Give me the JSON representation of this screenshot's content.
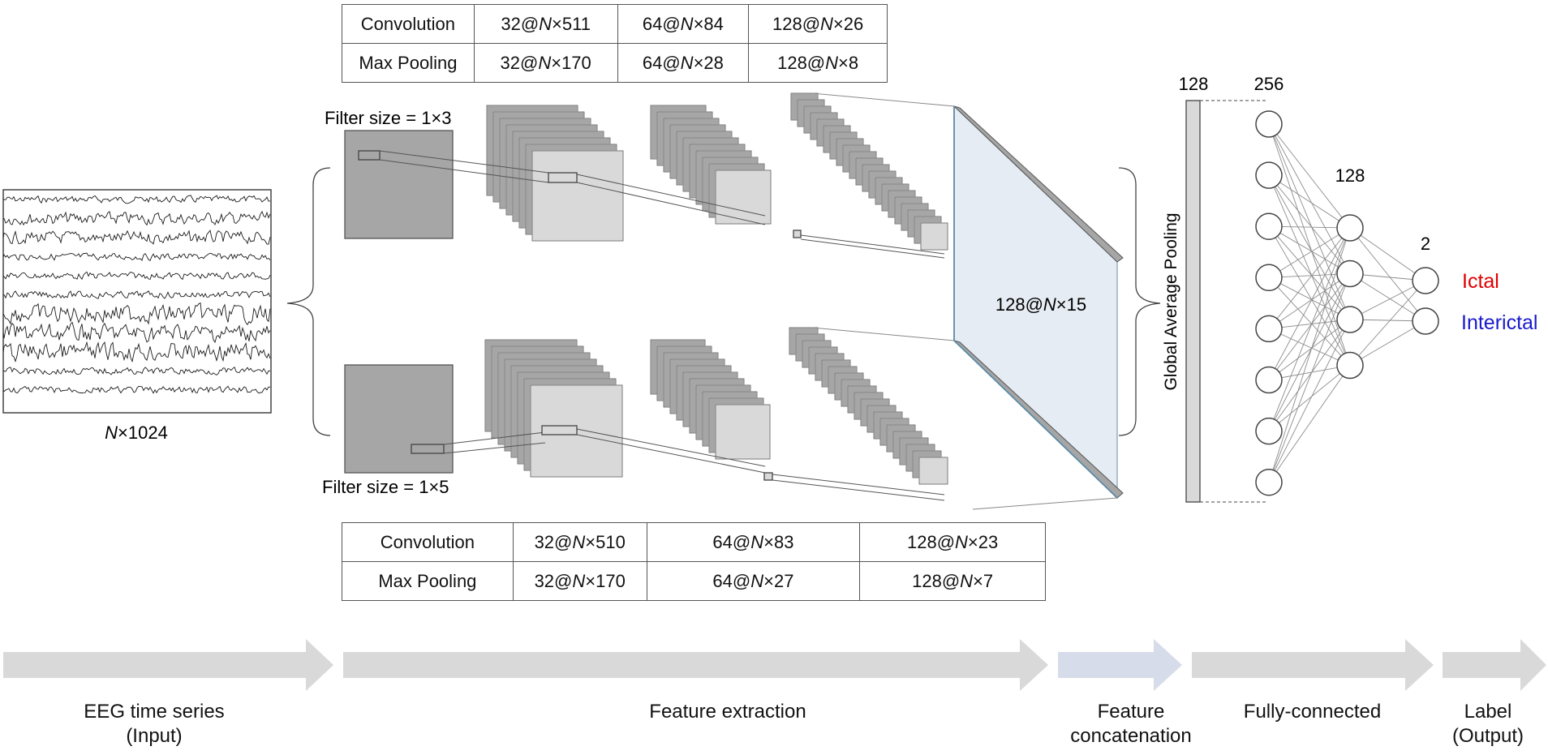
{
  "top_table": {
    "rows": [
      {
        "name": "Convolution",
        "cells": [
          "32@",
          "N",
          "×511",
          "64@",
          "N",
          "×84",
          "128@",
          "N",
          "×26"
        ]
      },
      {
        "name": "Max Pooling",
        "cells": [
          "32@",
          "N",
          "×170",
          "64@",
          "N",
          "×28",
          "128@",
          "N",
          "×8"
        ]
      }
    ]
  },
  "bottom_table": {
    "rows": [
      {
        "name": "Convolution",
        "cells": [
          "32@",
          "N",
          "×510",
          "64@",
          "N",
          "×83",
          "128@",
          "N",
          "×23"
        ]
      },
      {
        "name": "Max Pooling",
        "cells": [
          "32@",
          "N",
          "×170",
          "64@",
          "N",
          "×27",
          "128@",
          "N",
          "×7"
        ]
      }
    ]
  },
  "input": {
    "size_var": "N",
    "size_rest": "×1024"
  },
  "filters": {
    "top": "Filter size = 1×3",
    "bottom": "Filter size = 1×5"
  },
  "concat": {
    "pre": "128@",
    "var": "N",
    "post": "×15"
  },
  "gap": {
    "label": "Global Average Pooling",
    "size": "128"
  },
  "fc": {
    "layer1": "256",
    "layer2": "128",
    "layer3": "2"
  },
  "outputs": {
    "ictal": "Ictal",
    "interictal": "Interictal",
    "ictal_color": "#e00000",
    "interictal_color": "#1a1acc"
  },
  "stages": [
    {
      "line1": "EEG time series",
      "line2": "(Input)"
    },
    {
      "line1": "Feature extraction",
      "line2": ""
    },
    {
      "line1": "Feature",
      "line2": "concatenation"
    },
    {
      "line1": "Fully-connected",
      "line2": ""
    },
    {
      "line1": "Label",
      "line2": "(Output)"
    }
  ],
  "colors": {
    "arrow_gray": "#d9d9d9",
    "arrow_blue": "#d6dce9",
    "map_dark": "#a6a6a6",
    "map_light": "#d9d9d9",
    "concat_fill": "#e6ecf3",
    "concat_edge": "#5a8aa6"
  }
}
